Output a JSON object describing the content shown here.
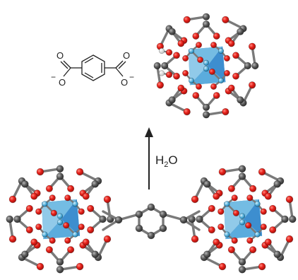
{
  "reaction": {
    "arrow_label_main": "H",
    "arrow_label_sub": "2",
    "arrow_label_tail": "O"
  },
  "linker": {
    "oxygen_symbol": "O",
    "minus_sign": "−"
  },
  "colors": {
    "oxygen": "#e8221b",
    "carbon": "#5a5a5a",
    "zirconium": "#4aa9d6",
    "polyhedron_light": "#7cc6e8",
    "polyhedron_dark": "#2f79c0",
    "bond": "#7a7a7a",
    "hydrogen": "#e6e6e6"
  }
}
